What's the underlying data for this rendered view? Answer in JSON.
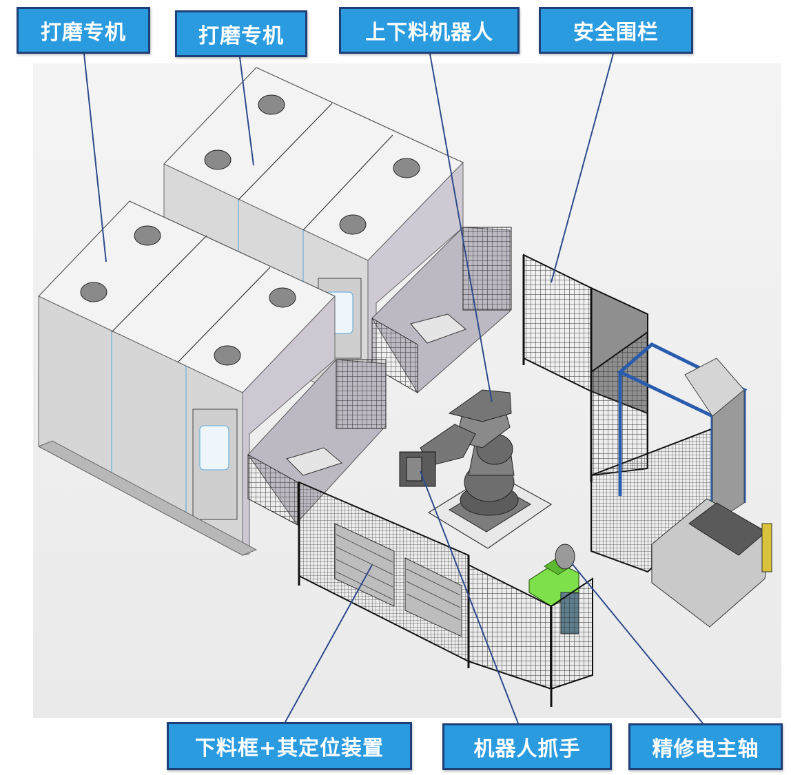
{
  "labels": {
    "grinder_1": "打磨专机",
    "grinder_2": "打磨专机",
    "robot": "上下料机器人",
    "fence": "安全围栏",
    "outfeed_frame": "下料框+其定位装置",
    "gripper": "机器人抓手",
    "spindle": "精修电主轴"
  },
  "colors": {
    "callout_fill": "#2b9be0",
    "callout_border": "#1f3f78",
    "leader_line": "#2e4a8c",
    "machine_body": "#d8d8d8",
    "spindle_green": "#7ee04a"
  }
}
